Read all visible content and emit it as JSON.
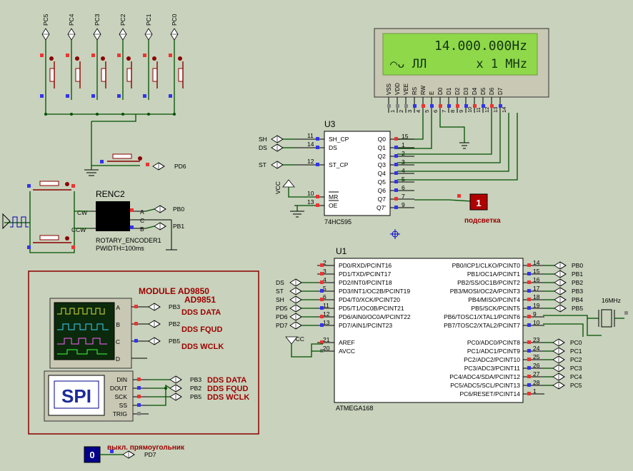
{
  "lcd": {
    "line1": "14.000.000Hz",
    "line2_symbols": "⌒ᴗ ЛЛ",
    "line2_mult": "x 1 MHz",
    "pins": [
      "VSS",
      "VDD",
      "VEE",
      "RS",
      "RW",
      "E",
      "D0",
      "D1",
      "D2",
      "D3",
      "D4",
      "D5",
      "D6",
      "D7"
    ],
    "pin_nums": [
      "1",
      "2",
      "3",
      "4",
      "5",
      "6",
      "7",
      "8",
      "9",
      "10",
      "11",
      "12",
      "13",
      "14"
    ]
  },
  "keys": [
    "PC5",
    "PC4",
    "PC3",
    "PC2",
    "PC1",
    "PC0"
  ],
  "encoder": {
    "name": "RENC2",
    "type": "ROTARY_ENCODER1",
    "pwidth": "PWIDTH=100ms",
    "cw": "CW",
    "ccw": "CCW",
    "a": "A",
    "b": "B",
    "c": "C",
    "out_a": "PB0",
    "out_b": "PB1"
  },
  "pd6": "PD6",
  "u3": {
    "ref": "U3",
    "part": "74HC595",
    "left": [
      {
        "num": "11",
        "name": "SH_CP",
        "net": "SH"
      },
      {
        "num": "14",
        "name": "DS",
        "net": "DS"
      },
      {
        "num": "12",
        "name": "ST_CP",
        "net": "ST"
      },
      {
        "num": "10",
        "name": "MR",
        "net": ""
      },
      {
        "num": "13",
        "name": "OE",
        "net": ""
      }
    ],
    "right": [
      {
        "num": "15",
        "name": "Q0"
      },
      {
        "num": "1",
        "name": "Q1"
      },
      {
        "num": "2",
        "name": "Q2"
      },
      {
        "num": "3",
        "name": "Q3"
      },
      {
        "num": "4",
        "name": "Q4"
      },
      {
        "num": "5",
        "name": "Q5"
      },
      {
        "num": "6",
        "name": "Q6"
      },
      {
        "num": "7",
        "name": "Q7"
      },
      {
        "num": "9",
        "name": "Q7'"
      }
    ],
    "vcc": "VCC"
  },
  "backlight": {
    "value": "1",
    "label": "подсветка"
  },
  "u1": {
    "ref": "U1",
    "part": "ATMEGA168",
    "left": [
      {
        "num": "2",
        "name": "PD0/RXD/PCINT16",
        "net": ""
      },
      {
        "num": "3",
        "name": "PD1/TXD/PCINT17",
        "net": ""
      },
      {
        "num": "4",
        "name": "PD2/INT0/PCINT18",
        "net": "DS"
      },
      {
        "num": "5",
        "name": "PD3/INT1/OC2B/PCINT19",
        "net": "ST"
      },
      {
        "num": "6",
        "name": "PD4/T0/XCK/PCINT20",
        "net": "SH"
      },
      {
        "num": "11",
        "name": "PD5/T1/OC0B/PCINT21",
        "net": "PD5"
      },
      {
        "num": "12",
        "name": "PD6/AIN0/OC0A/PCINT22",
        "net": "PD6"
      },
      {
        "num": "13",
        "name": "PD7/AIN1/PCINT23",
        "net": "PD7"
      }
    ],
    "right": [
      {
        "num": "14",
        "name": "PB0/ICP1/CLKO/PCINT0",
        "net": "PB0"
      },
      {
        "num": "15",
        "name": "PB1/OC1A/PCINT1",
        "net": "PB1"
      },
      {
        "num": "16",
        "name": "PB2/SS/OC1B/PCINT2",
        "net": "PB2"
      },
      {
        "num": "17",
        "name": "PB3/MOSI/OC2A/PCINT3",
        "net": "PB3"
      },
      {
        "num": "18",
        "name": "PB4/MISO/PCINT4",
        "net": "PB4"
      },
      {
        "num": "19",
        "name": "PB5/SCK/PCINT5",
        "net": "PB5"
      },
      {
        "num": "9",
        "name": "PB6/TOSC1/XTAL1/PCINT6",
        "net": ""
      },
      {
        "num": "10",
        "name": "PB7/TOSC2/XTAL2/PCINT7",
        "net": ""
      }
    ],
    "right2": [
      {
        "num": "23",
        "name": "PC0/ADC0/PCINT8",
        "net": "PC0"
      },
      {
        "num": "24",
        "name": "PC1/ADC1/PCINT9",
        "net": "PC1"
      },
      {
        "num": "25",
        "name": "PC2/ADC2/PCINT10",
        "net": "PC2"
      },
      {
        "num": "26",
        "name": "PC3/ADC3/PCINT11",
        "net": "PC3"
      },
      {
        "num": "27",
        "name": "PC4/ADC4/SDA/PCINT12",
        "net": "PC4"
      },
      {
        "num": "28",
        "name": "PC5/ADC5/SCL/PCINT13",
        "net": "PC5"
      },
      {
        "num": "1",
        "name": "PC6/RESET/PCINT14",
        "net": ""
      }
    ],
    "aref": [
      {
        "num": "21",
        "name": "AREF"
      },
      {
        "num": "20",
        "name": "AVCC"
      }
    ],
    "vcc": "VCC",
    "crystal": "16MHz"
  },
  "module": {
    "title1": "MODULE AD9850",
    "title2": "AD9851",
    "scope_pins": [
      "A",
      "B",
      "C",
      "D"
    ],
    "scope_nets": [
      "PB3",
      "PB2",
      "PB5"
    ],
    "scope_labels": [
      "DDS DATA",
      "DDS FQUD",
      "DDS WCLK"
    ],
    "spi_logo": "SPI",
    "spi_pins": [
      "DIN",
      "DOUT",
      "SCK",
      "SS",
      "TRIG"
    ],
    "spi_nets": [
      "PB3",
      "PB2",
      "PB5"
    ],
    "spi_labels": [
      "DDS DATA",
      "DDS FQUD",
      "DDS WCLK"
    ]
  },
  "rect_off": {
    "value": "0",
    "label": "выкл. прямоугольник",
    "net": "PD7"
  }
}
